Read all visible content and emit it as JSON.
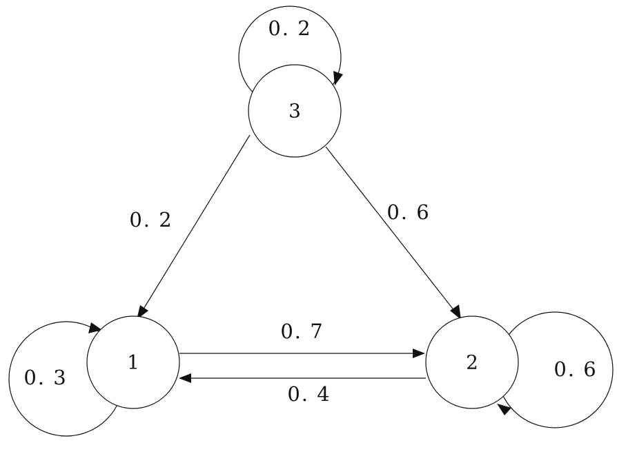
{
  "nodes": [
    {
      "id": "1",
      "label": "1"
    },
    {
      "id": "2",
      "label": "2"
    },
    {
      "id": "3",
      "label": "3"
    }
  ],
  "edges": [
    {
      "from": "3",
      "to": "3",
      "label": "0. 2"
    },
    {
      "from": "3",
      "to": "1",
      "label": "0. 2"
    },
    {
      "from": "3",
      "to": "2",
      "label": "0. 6"
    },
    {
      "from": "1",
      "to": "2",
      "label": "0. 7"
    },
    {
      "from": "2",
      "to": "1",
      "label": "0. 4"
    },
    {
      "from": "1",
      "to": "1",
      "label": "0. 3"
    },
    {
      "from": "2",
      "to": "2",
      "label": "0. 6"
    }
  ],
  "colors": {
    "stroke": "#111111",
    "background": "#ffffff"
  }
}
